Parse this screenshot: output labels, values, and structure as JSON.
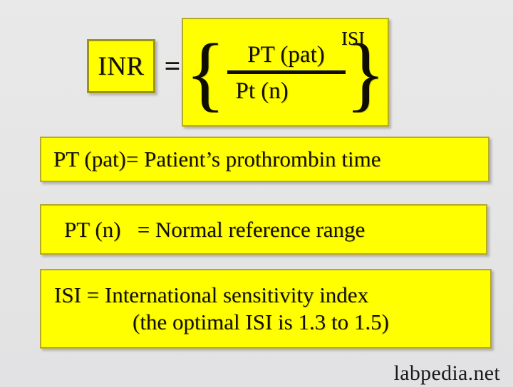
{
  "figure": {
    "title": "INR formula",
    "background_color": "#e7e7e7",
    "panel_color": "#ffff00",
    "panel_border_color": "#b5a82a",
    "text_color": "#120f00"
  },
  "formula": {
    "term_label": "INR",
    "equals": "=",
    "brace_open": "{",
    "brace_close": "}",
    "numerator": "PT (pat)",
    "denominator": "Pt (n)",
    "exponent": "ISI"
  },
  "definitions": [
    {
      "id": "pt-pat",
      "text": "PT (pat)= Patient’s prothrombin time"
    },
    {
      "id": "pt-n",
      "text": "PT (n)   = Normal reference range"
    },
    {
      "id": "isi",
      "line1": "ISI = International sensitivity index",
      "line2": "(the optimal ISI is 1.3 to 1.5)"
    }
  ],
  "watermark": {
    "text": "labpedia.net"
  }
}
